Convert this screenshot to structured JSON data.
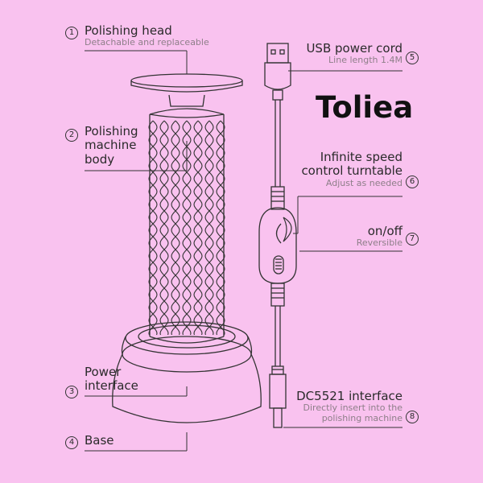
{
  "brand": "Toliea",
  "callouts": {
    "c1": {
      "num": "1",
      "title": "Polishing head",
      "sub": "Detachable and replaceable"
    },
    "c2": {
      "num": "2",
      "title_l1": "Polishing",
      "title_l2": "machine",
      "title_l3": "body"
    },
    "c3": {
      "num": "3",
      "title_l1": "Power",
      "title_l2": "interface"
    },
    "c4": {
      "num": "4",
      "title": "Base"
    },
    "c5": {
      "num": "5",
      "title": "USB power cord",
      "sub": "Line length 1.4M"
    },
    "c6": {
      "num": "6",
      "title_l1": "Infinite speed",
      "title_l2": "control turntable",
      "sub": "Adjust as needed"
    },
    "c7": {
      "num": "7",
      "title": "on/off",
      "sub": "Reversible"
    },
    "c8": {
      "num": "8",
      "title": "DC5521 interface",
      "sub_l1": "Directly insert into the",
      "sub_l2": "polishing machine"
    }
  },
  "colors": {
    "background": "#f9c2ef",
    "line": "#333333"
  }
}
